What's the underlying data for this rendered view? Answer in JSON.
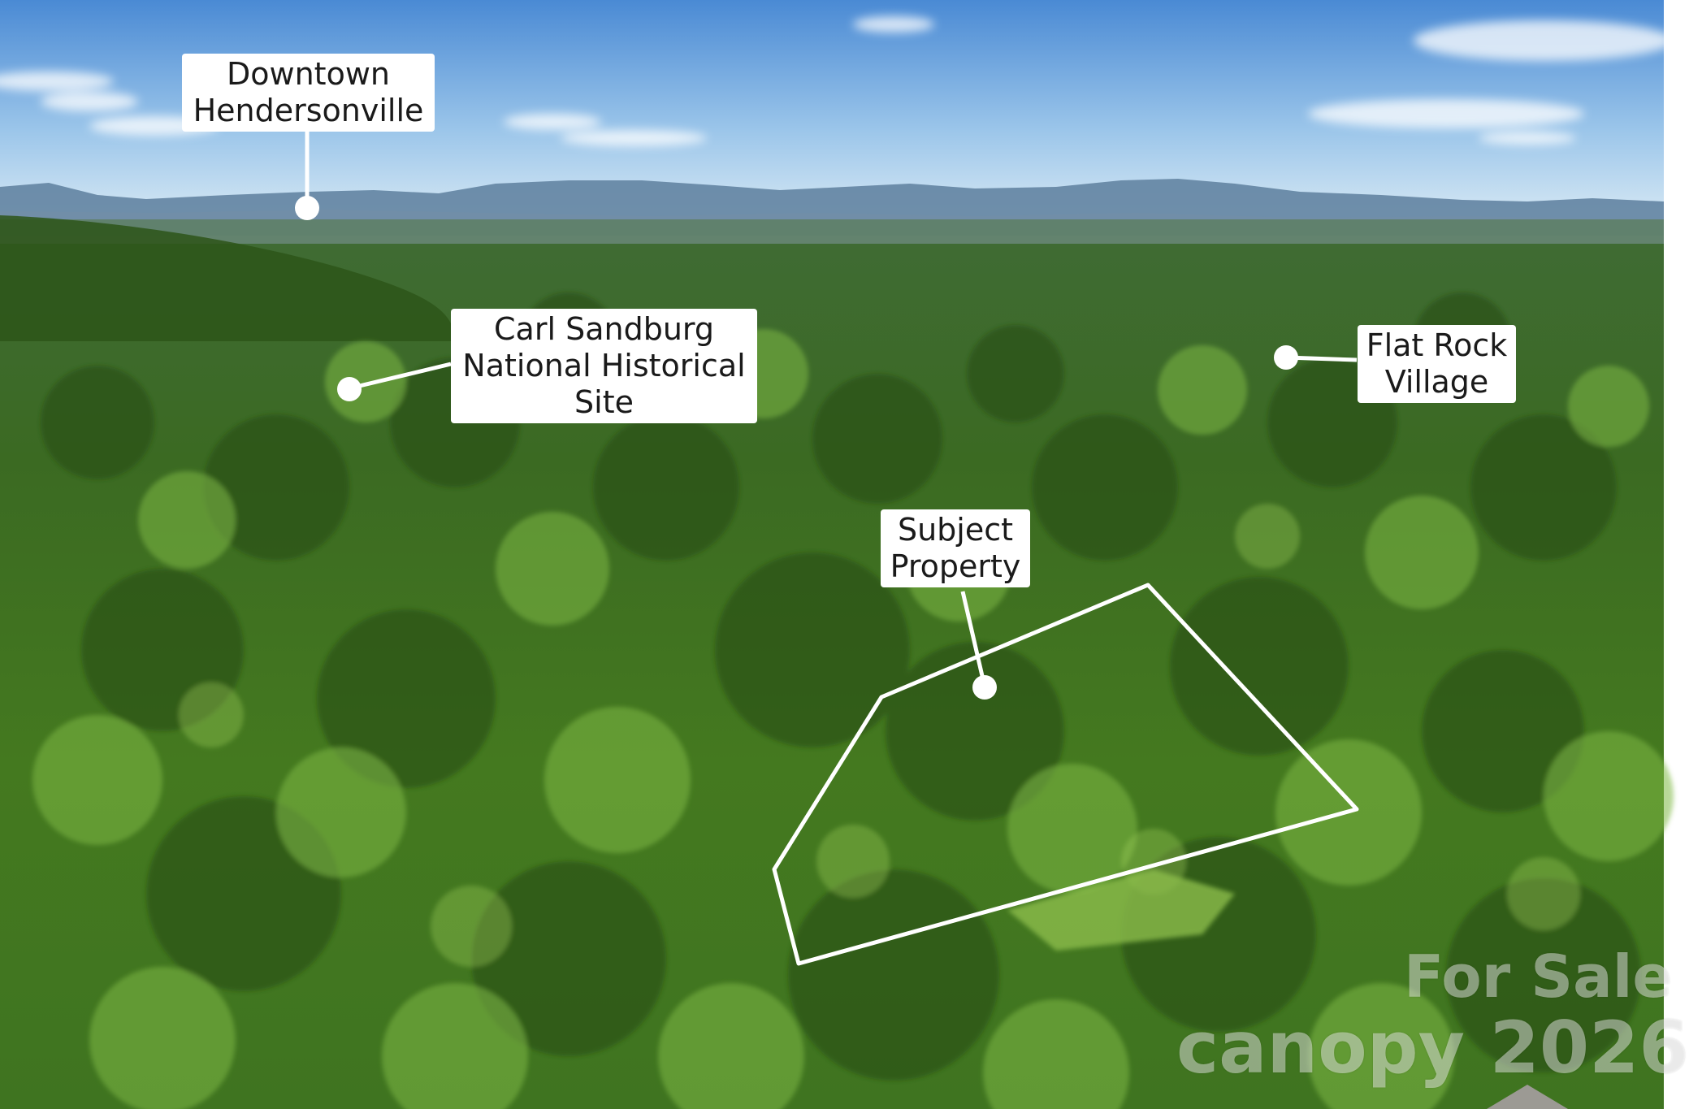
{
  "labels": {
    "downtown": [
      "Downtown",
      "Hendersonville"
    ],
    "sandburg": [
      "Carl Sandburg",
      "National Historical",
      "Site"
    ],
    "flatrock": [
      "Flat Rock",
      "Village"
    ],
    "subject": [
      "Subject",
      "Property"
    ]
  },
  "watermark": {
    "line1": "For Sale",
    "line2": "canopy 2026"
  },
  "colors": {
    "sky_top": "#4f8fd6",
    "sky_bottom": "#cfe3f3",
    "mountains": "#5d7f9c",
    "forest_dark": "#2f5a1c",
    "forest_light": "#6fa83a",
    "outline": "#ffffff"
  }
}
